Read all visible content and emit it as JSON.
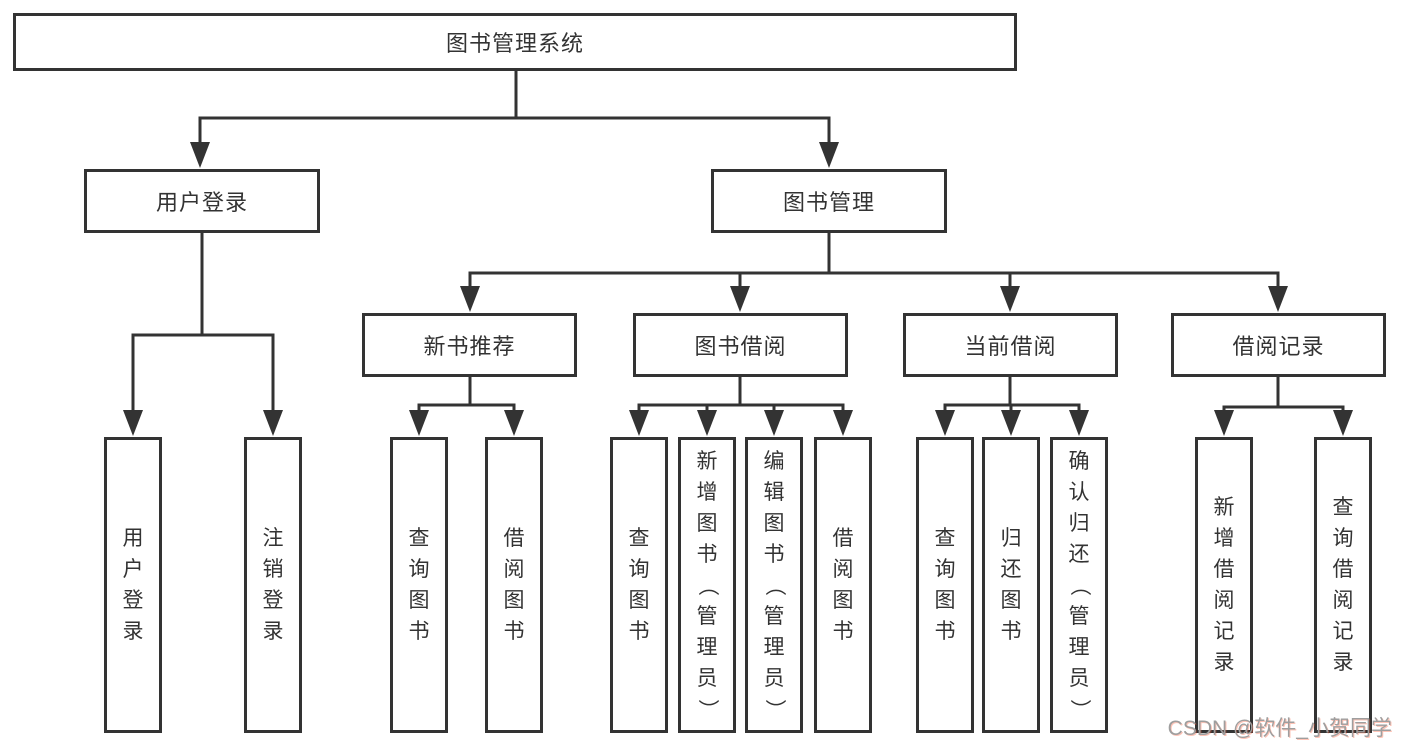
{
  "diagram": {
    "root_label": "图书管理系统",
    "level2": [
      "用户登录",
      "图书管理"
    ],
    "level3": [
      "新书推荐",
      "图书借阅",
      "当前借阅",
      "借阅记录"
    ],
    "leaves": {
      "user_login": [
        "用户登录",
        "注销登录"
      ],
      "new_book_recommend": [
        "查询图书",
        "借阅图书"
      ],
      "book_borrowing": [
        "查询图书",
        "新增图书（管理员）",
        "编辑图书（管理员）",
        "借阅图书"
      ],
      "current_borrowing": [
        "查询图书",
        "归还图书",
        "确认归还（管理员）"
      ],
      "borrowing_records": [
        "新增借阅记录",
        "查询借阅记录"
      ]
    }
  },
  "watermark": {
    "text": "CSDN @软件_小贺同学"
  },
  "colors": {
    "line": "#333333",
    "text": "#333333",
    "box_bg": "#ffffff",
    "page_bg": "#ffffff",
    "watermark": "#9e9e9e",
    "watermark_accent": "rgba(252,85,49,0.35)"
  }
}
